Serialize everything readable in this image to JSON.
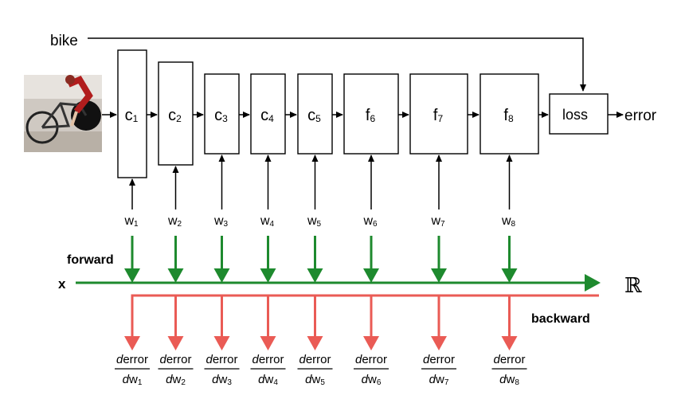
{
  "input": {
    "label": "bike",
    "photo_icon": "bicycle-photo"
  },
  "blocks": [
    {
      "id": "c1",
      "base": "c",
      "sub": "1"
    },
    {
      "id": "c2",
      "base": "c",
      "sub": "2"
    },
    {
      "id": "c3",
      "base": "c",
      "sub": "3"
    },
    {
      "id": "c4",
      "base": "c",
      "sub": "4"
    },
    {
      "id": "c5",
      "base": "c",
      "sub": "5"
    },
    {
      "id": "f6",
      "base": "f",
      "sub": "6"
    },
    {
      "id": "f7",
      "base": "f",
      "sub": "7"
    },
    {
      "id": "f8",
      "base": "f",
      "sub": "8"
    }
  ],
  "weights": [
    {
      "base": "w",
      "sub": "1"
    },
    {
      "base": "w",
      "sub": "2"
    },
    {
      "base": "w",
      "sub": "3"
    },
    {
      "base": "w",
      "sub": "4"
    },
    {
      "base": "w",
      "sub": "5"
    },
    {
      "base": "w",
      "sub": "6"
    },
    {
      "base": "w",
      "sub": "7"
    },
    {
      "base": "w",
      "sub": "8"
    }
  ],
  "loss": {
    "label": "loss"
  },
  "output": {
    "label": "error"
  },
  "axis": {
    "x_label": "x",
    "space_label": "ℝ"
  },
  "forward": {
    "label": "forward",
    "color": "#1e8a2e"
  },
  "backward": {
    "label": "backward",
    "color": "#ea5b55"
  },
  "gradients": [
    {
      "num": "derror",
      "den_base": "dw",
      "den_sub": "1"
    },
    {
      "num": "derror",
      "den_base": "dw",
      "den_sub": "2"
    },
    {
      "num": "derror",
      "den_base": "dw",
      "den_sub": "3"
    },
    {
      "num": "derror",
      "den_base": "dw",
      "den_sub": "4"
    },
    {
      "num": "derror",
      "den_base": "dw",
      "den_sub": "5"
    },
    {
      "num": "derror",
      "den_base": "dw",
      "den_sub": "6"
    },
    {
      "num": "derror",
      "den_base": "dw",
      "den_sub": "7"
    },
    {
      "num": "derror",
      "den_base": "dw",
      "den_sub": "8"
    }
  ]
}
